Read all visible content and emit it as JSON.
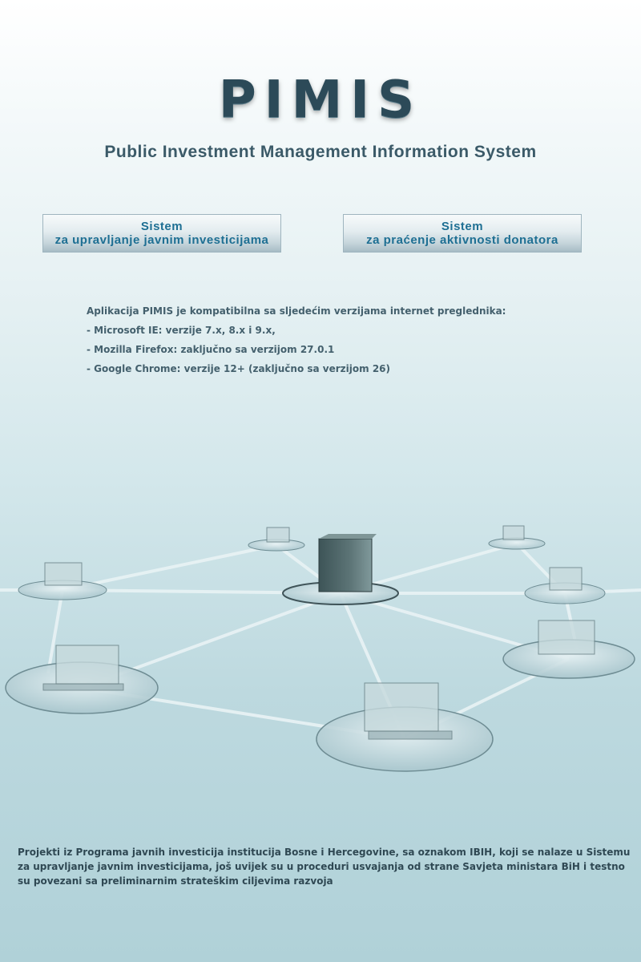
{
  "header": {
    "logo": "PIMIS",
    "subtitle": "Public Investment Management Information System"
  },
  "buttons": {
    "left": {
      "line1": "Sistem",
      "line2": "za upravljanje javnim investicijama"
    },
    "right": {
      "line1": "Sistem",
      "line2": "za praćenje aktivnosti donatora"
    }
  },
  "compat": {
    "intro": "Aplikacija PIMIS  je kompatibilna sa sljedećim verzijama internet preglednika:",
    "items": [
      "- Microsoft IE: verzije 7.x, 8.x i 9.x,",
      "- Mozilla Firefox:  zaključno sa verzijom 27.0.1",
      "- Google Chrome: verzije 12+ (zaključno sa verzijom 26)"
    ]
  },
  "footer": {
    "text": "Projekti iz Programa javnih investicija institucija Bosne i Hercegovine, sa oznakom IBIH, koji se nalaze u Sistemu za upravljanje javnim investicijama, još uvijek su u proceduri usvajanja od strane Savjeta ministara BiH i testno su povezani sa preliminarnim strateškim ciljevima razvoja"
  },
  "colors": {
    "logo": "#2c4a58",
    "button_text": "#1e6f93",
    "body_text": "#44606d"
  }
}
